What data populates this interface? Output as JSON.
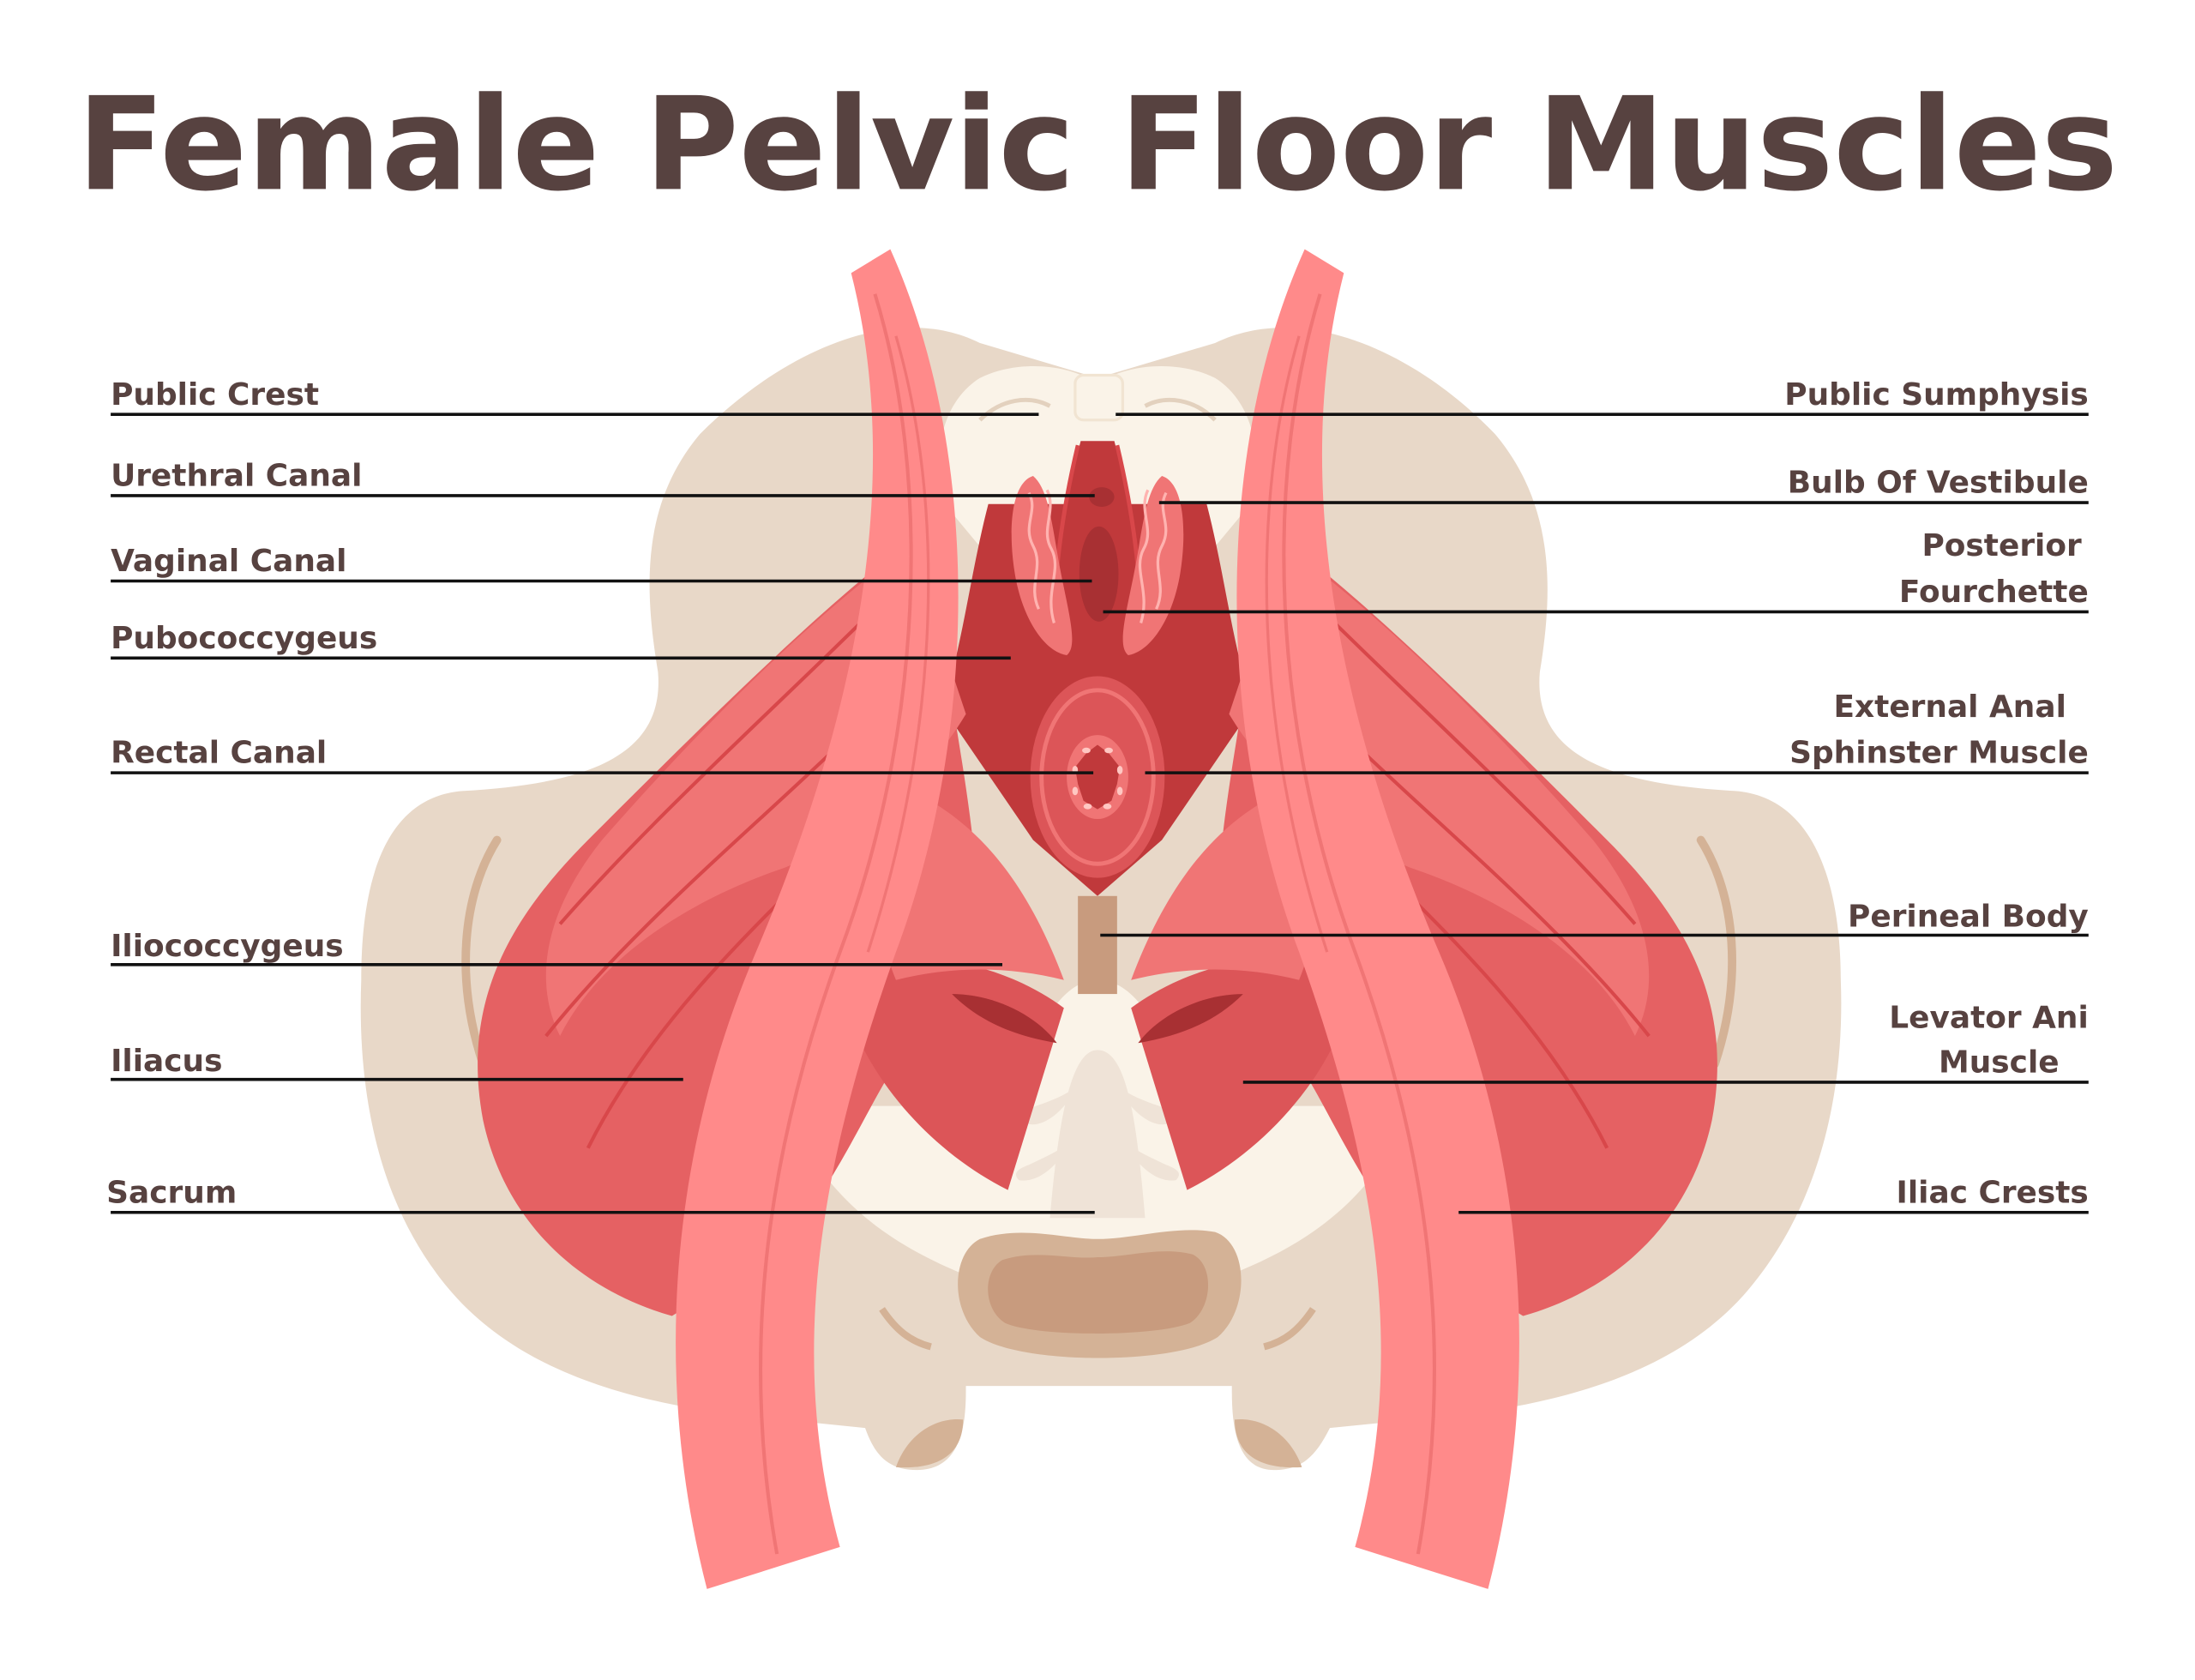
{
  "title": "Female Pelvic Floor Muscles",
  "colors": {
    "title_text": "#574240",
    "bone_outer": "#E8D8C8",
    "bone_inner": "#FAF3E8",
    "muscle_light": "#FF8A8A",
    "muscle_mid": "#F07575",
    "muscle_dark": "#DC5558",
    "muscle_deep": "#C0393B",
    "sacrum_brown": "#C89B7E",
    "leader_line": "#111111"
  },
  "labels_left": [
    {
      "text": "Public Crest"
    },
    {
      "text": "Urethral Canal"
    },
    {
      "text": "Vaginal Canal"
    },
    {
      "text": "Pubococcygeus"
    },
    {
      "text": "Rectal Canal"
    },
    {
      "text": "Iliococcygeus"
    },
    {
      "text": "Iliacus"
    },
    {
      "text": "Sacrum"
    }
  ],
  "labels_right": [
    {
      "text": "Public Sumphysis"
    },
    {
      "text": "Bulb Of Vestibule"
    },
    {
      "line1": "Posterior",
      "line2": "Fourchette"
    },
    {
      "line1": "External Anal",
      "line2": "Sphinster Muscle"
    },
    {
      "text": "Perineal Body"
    },
    {
      "line1": "Levator Ani",
      "line2": "Muscle"
    },
    {
      "text": "Iliac Crests"
    }
  ]
}
